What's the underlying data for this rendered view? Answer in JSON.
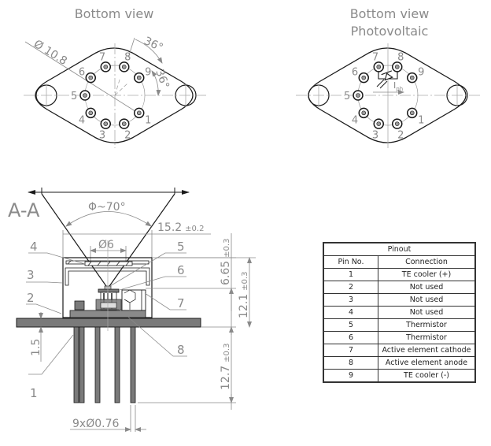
{
  "views": {
    "bottom_view_title": "Bottom view",
    "photovoltaic_title_line1": "Bottom view",
    "photovoltaic_title_line2": "Photovoltaic",
    "section_label": "A-A"
  },
  "bottom_view": {
    "diameter_label": "Ø 10.8",
    "angle1": "36°",
    "angle2": "36°",
    "pin_labels": [
      "1",
      "2",
      "3",
      "4",
      "5",
      "6",
      "7",
      "8",
      "9"
    ]
  },
  "photovoltaic_view": {
    "pin_labels": [
      "1",
      "2",
      "3",
      "4",
      "5",
      "6",
      "7",
      "8",
      "9"
    ],
    "current_label": "I",
    "current_subscript": "ph"
  },
  "section": {
    "fov_label": "Φ~70°",
    "width_dim": "15.2",
    "width_tol": "±0.2",
    "window_dim": "Ø6",
    "height_top_dim": "6.65",
    "height_top_tol": "±0.3",
    "height_body_dim": "12.1",
    "height_body_tol": "±0.3",
    "pin_length_dim": "12.7",
    "pin_length_tol": "±0.3",
    "flange_thickness_dim": "1.5",
    "pin_diameter_dim": "9xØ0.76",
    "callouts": [
      "1",
      "2",
      "3",
      "4",
      "5",
      "6",
      "7",
      "8"
    ]
  },
  "pinout_table": {
    "title": "Pinout",
    "headers": [
      "Pin No.",
      "Connection"
    ],
    "rows": [
      {
        "pin": "1",
        "connection": "TE cooler (+)"
      },
      {
        "pin": "2",
        "connection": "Not used"
      },
      {
        "pin": "3",
        "connection": "Not used"
      },
      {
        "pin": "4",
        "connection": "Not used"
      },
      {
        "pin": "5",
        "connection": "Thermistor"
      },
      {
        "pin": "6",
        "connection": "Thermistor"
      },
      {
        "pin": "7",
        "connection": "Active element cathode"
      },
      {
        "pin": "8",
        "connection": "Active element anode"
      },
      {
        "pin": "9",
        "connection": "TE cooler (-)"
      }
    ]
  },
  "colors": {
    "line": "#1a1a1a",
    "dimension": "#8a8a8a",
    "body_fill": "#7a7a7a"
  }
}
